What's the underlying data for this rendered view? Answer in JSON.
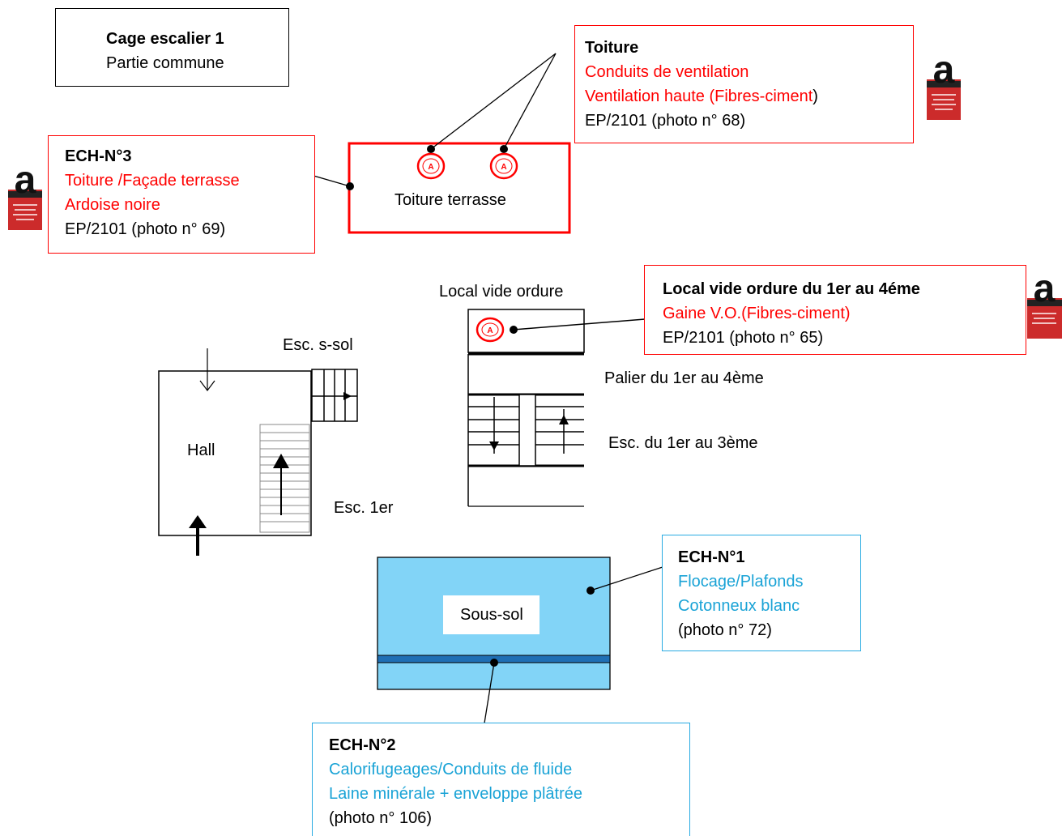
{
  "title_box": {
    "title": "Cage escalier  1",
    "subtitle": "Partie commune"
  },
  "toiture_box": {
    "title": "Toiture",
    "line1": "Conduits de ventilation",
    "line2_red": "Ventilation haute (Fibres-ciment",
    "line2_black": ")",
    "line3": "EP/2101 (photo n° 68)"
  },
  "ech3_box": {
    "title": "ECH-N°3",
    "line1": "Toiture /Façade terrasse",
    "line2": "Ardoise noire",
    "line3": "EP/2101 (photo n° 69)"
  },
  "local_vo_box": {
    "title": "Local vide ordure du 1er au 4éme",
    "line1": "Gaine V.O.(Fibres-ciment)",
    "line2": "EP/2101 (photo n° 65)"
  },
  "ech1_box": {
    "title": "ECH-N°1",
    "line1": "Flocage/Plafonds",
    "line2": "Cotonneux blanc",
    "line3": "(photo n° 72)"
  },
  "ech2_box": {
    "title": "ECH-N°2",
    "line1": "Calorifugeages/Conduits de fluide",
    "line2": "Laine minérale + enveloppe plâtrée",
    "line3": " (photo n° 106)"
  },
  "labels": {
    "toiture_terrasse": "Toiture terrasse",
    "local_vide_ordure": "Local vide ordure",
    "esc_ssol": "Esc. s-sol",
    "hall": "Hall",
    "esc_1er": "Esc. 1er",
    "palier": "Palier du 1er au 4ème",
    "esc_1er_3eme": "Esc. du 1er au 3ème",
    "sous_sol": "Sous-sol"
  },
  "marker_letter": "A",
  "logo_letter": "a",
  "colors": {
    "red": "#ff0000",
    "cyan_text": "#1aa3d6",
    "cyan_border": "#29abe2",
    "basement_fill": "#82d4f7",
    "basement_band": "#1f6fb5"
  }
}
